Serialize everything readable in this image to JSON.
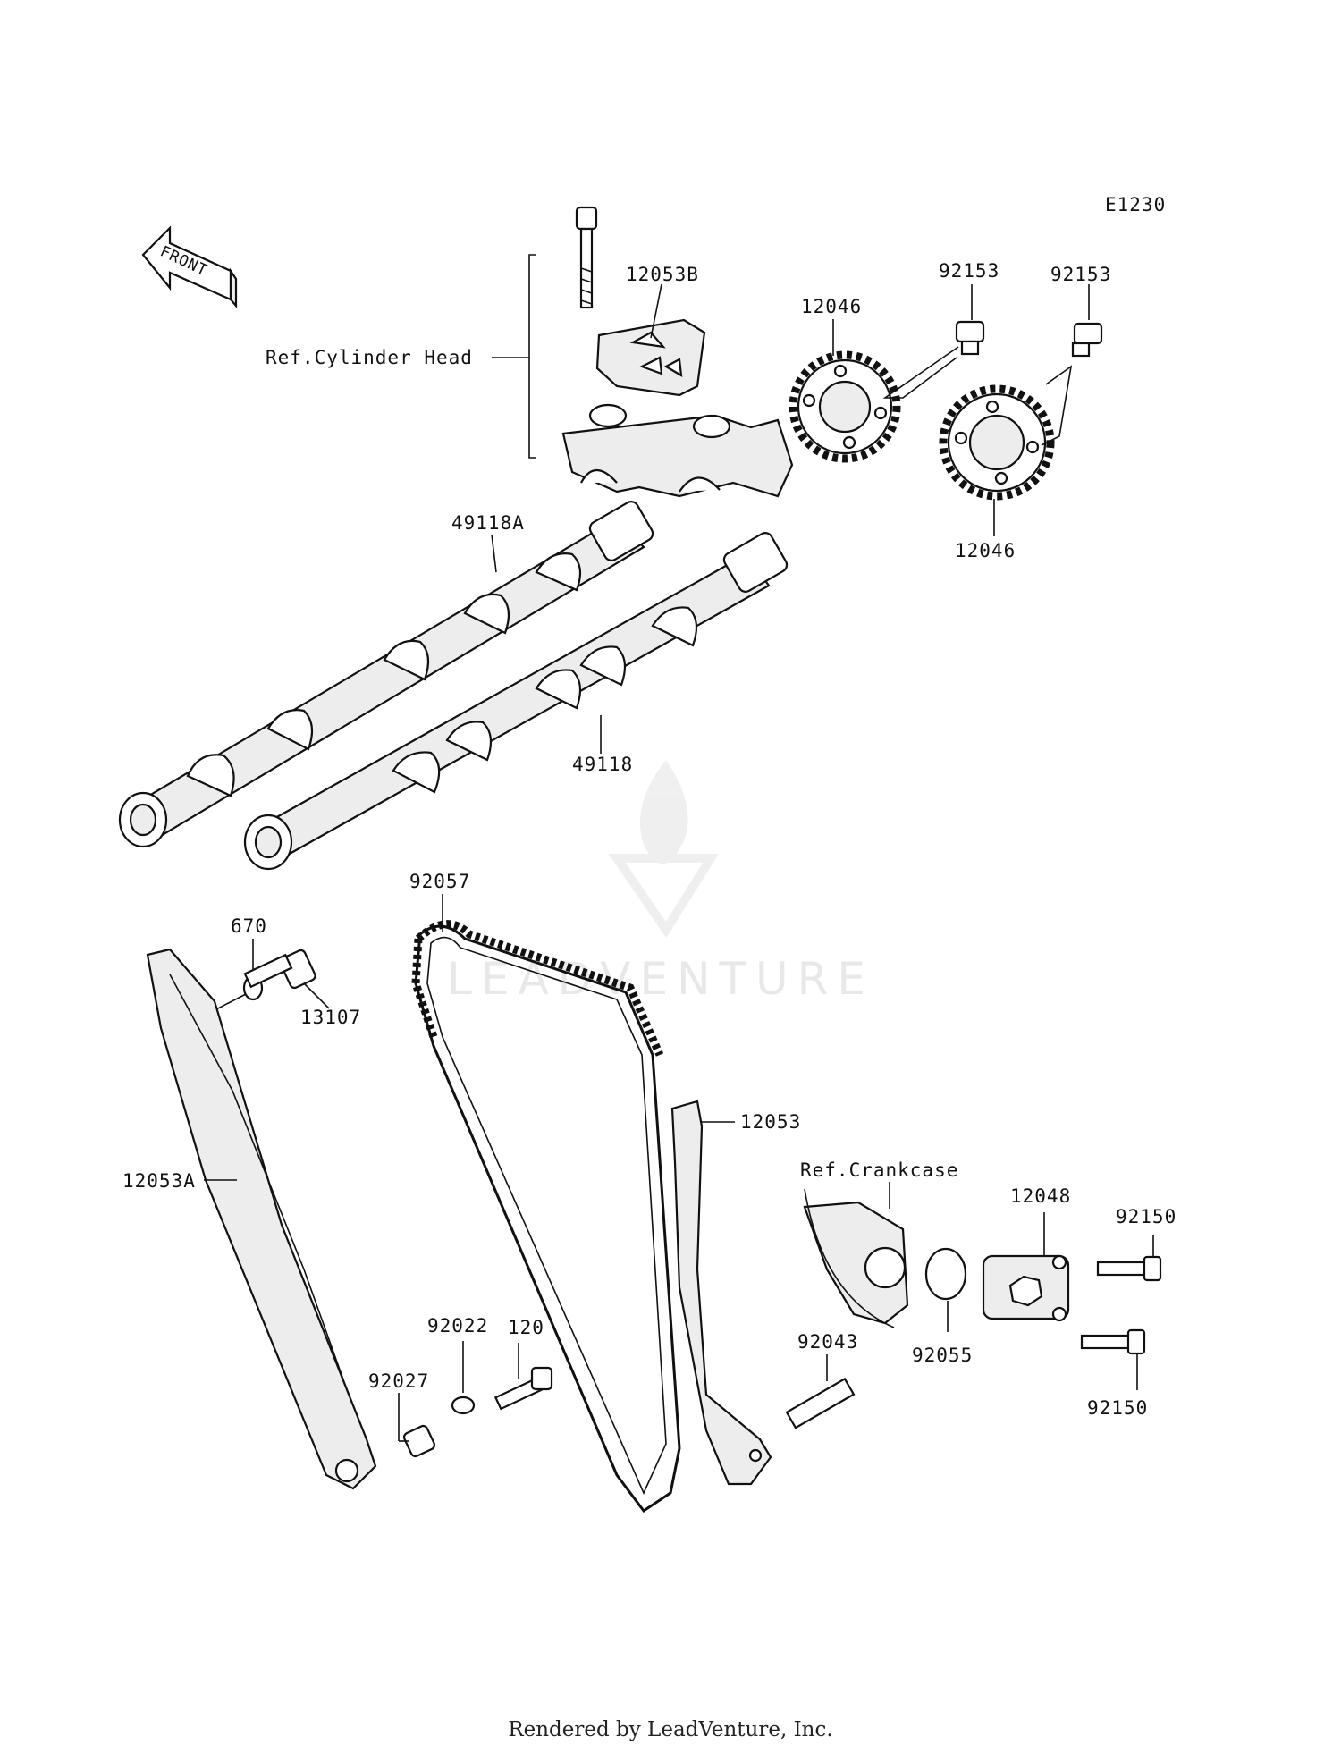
{
  "diagram_code": "E1230",
  "front_label": "FRONT",
  "watermark": "LEADVENTURE",
  "footer": "Rendered by LeadVenture, Inc.",
  "refs": {
    "cylinder_head": "Ref.Cylinder Head",
    "crankcase": "Ref.Crankcase"
  },
  "parts": [
    "12053B",
    "12046",
    "92153",
    "92153",
    "12046",
    "49118A",
    "49118",
    "92057",
    "670",
    "13107",
    "12053",
    "12053A",
    "12048",
    "92150",
    "92150",
    "92055",
    "92043",
    "92022",
    "120",
    "92027"
  ]
}
